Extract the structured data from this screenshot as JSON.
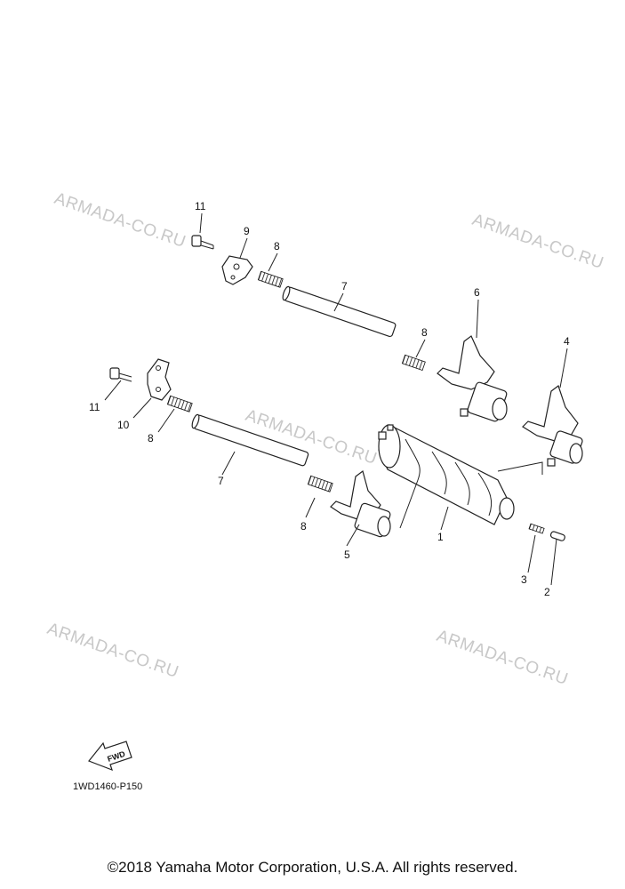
{
  "watermark_text": "ARMADA-CO.RU",
  "diagram_code": "1WD1460-P150",
  "fwd_label": "FWD",
  "copyright": "©2018 Yamaha Motor Corporation, U.S.A. All rights reserved.",
  "callouts": {
    "p1": "1",
    "p2": "2",
    "p3": "3",
    "p4": "4",
    "p5": "5",
    "p6": "6",
    "p7a": "7",
    "p7b": "7",
    "p8a": "8",
    "p8b": "8",
    "p8c": "8",
    "p8d": "8",
    "p9": "9",
    "p10": "10",
    "p11a": "11",
    "p11b": "11"
  }
}
